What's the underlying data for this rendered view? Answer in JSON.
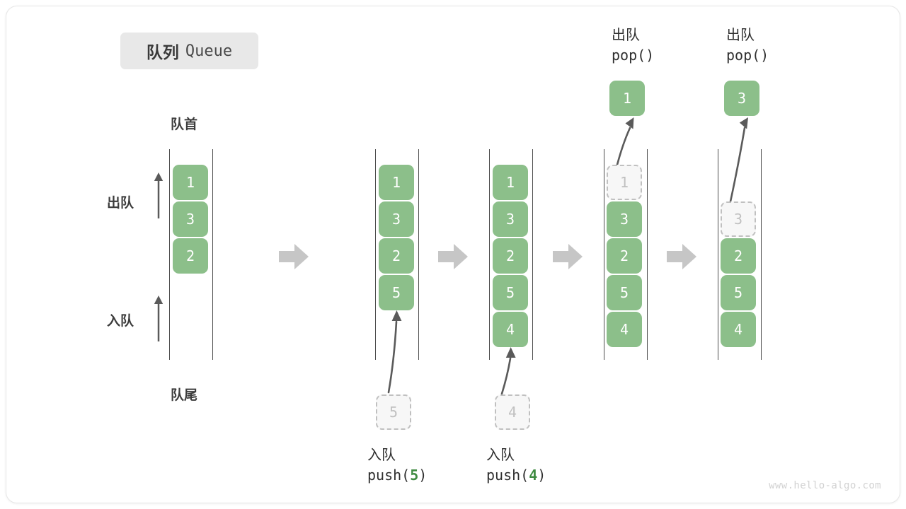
{
  "figure": {
    "title_cn": "队列",
    "title_en": "Queue",
    "watermark": "www.hello-algo.com"
  },
  "labels": {
    "head": "队首",
    "tail": "队尾",
    "dequeue": "出队",
    "enqueue": "入队",
    "push_fn_open": "push(",
    "pop_fn": "pop()",
    "paren_close": ")"
  },
  "colors": {
    "element_fill": "#8cbf8a",
    "element_text": "#ffffff",
    "ghost_fill": "#f7f7f7",
    "ghost_border": "#c0c0c0",
    "ghost_text": "#c0c0c0",
    "rail": "#4d4d4d",
    "arrow": "#5a5a5a",
    "chevron": "#c6c6c6",
    "badge_bg": "#e8e8e8",
    "arg_green": "#3f8b41",
    "card_border": "#e6e6e6",
    "watermark": "#d2d2d2"
  },
  "steps": [
    {
      "id": "initial",
      "elements": [
        "1",
        "3",
        "2"
      ],
      "ghost": null,
      "popped": null,
      "op_cn": null,
      "op_code": null
    },
    {
      "id": "push-5",
      "elements": [
        "1",
        "3",
        "2",
        "5"
      ],
      "ghost": {
        "value": "5",
        "position": "below"
      },
      "popped": null,
      "op_cn": "入队",
      "op_code": "push(5)",
      "op_arg": "5"
    },
    {
      "id": "push-4",
      "elements": [
        "1",
        "3",
        "2",
        "5",
        "4"
      ],
      "ghost": {
        "value": "4",
        "position": "below"
      },
      "popped": null,
      "op_cn": "入队",
      "op_code": "push(4)",
      "op_arg": "4"
    },
    {
      "id": "pop-1",
      "elements": [
        "3",
        "2",
        "5",
        "4"
      ],
      "ghost": {
        "value": "1",
        "position": "slot-0"
      },
      "popped": "1",
      "op_cn": "出队",
      "op_code": "pop()"
    },
    {
      "id": "pop-3",
      "elements": [
        "2",
        "5",
        "4"
      ],
      "ghost": {
        "value": "3",
        "position": "slot-1"
      },
      "popped": "3",
      "op_cn": "出队",
      "op_code": "pop()"
    }
  ],
  "column1": {
    "head_label": "队首",
    "tail_label": "队尾",
    "dequeue_label": "出队",
    "enqueue_label": "入队",
    "values": [
      "1",
      "3",
      "2"
    ]
  },
  "column2": {
    "values": [
      "1",
      "3",
      "2",
      "5"
    ],
    "ghost": "5",
    "op_cn": "入队",
    "op_prefix": "push(",
    "op_arg": "5",
    "op_suffix": ")"
  },
  "column3": {
    "values": [
      "1",
      "3",
      "2",
      "5",
      "4"
    ],
    "ghost": "4",
    "op_cn": "入队",
    "op_prefix": "push(",
    "op_arg": "4",
    "op_suffix": ")"
  },
  "column4": {
    "values": [
      "3",
      "2",
      "5",
      "4"
    ],
    "ghost": "1",
    "popped": "1",
    "op_cn": "出队",
    "op_code": "pop()"
  },
  "column5": {
    "values": [
      "2",
      "5",
      "4"
    ],
    "ghost": "3",
    "popped": "3",
    "op_cn": "出队",
    "op_code": "pop()"
  }
}
